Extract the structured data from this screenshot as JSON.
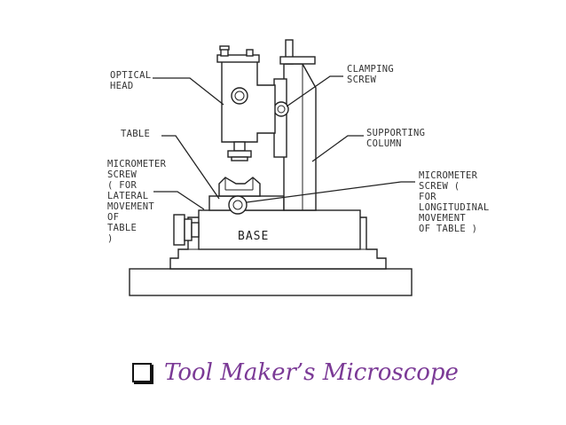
{
  "labels": {
    "optical_head": [
      "OPTICAL",
      "HEAD"
    ],
    "clamping_screw": [
      "CLAMPING",
      "SCREW"
    ],
    "table": [
      "TABLE"
    ],
    "supporting_column": [
      "SUPPORTING",
      "COLUMN"
    ],
    "micrometer_lateral": [
      "MICROMETER",
      "SCREW",
      "( FOR",
      "LATERAL",
      "MOVEMENT",
      "OF",
      "TABLE",
      ")"
    ],
    "micrometer_longitudinal": [
      "MICROMETER",
      "SCREW (",
      "FOR",
      "LONGITUDINAL",
      "MOVEMENT",
      "OF TABLE )"
    ],
    "base": "BASE"
  },
  "caption": {
    "text": "Tool Maker’s Microscope",
    "color": "#7b3a96"
  }
}
